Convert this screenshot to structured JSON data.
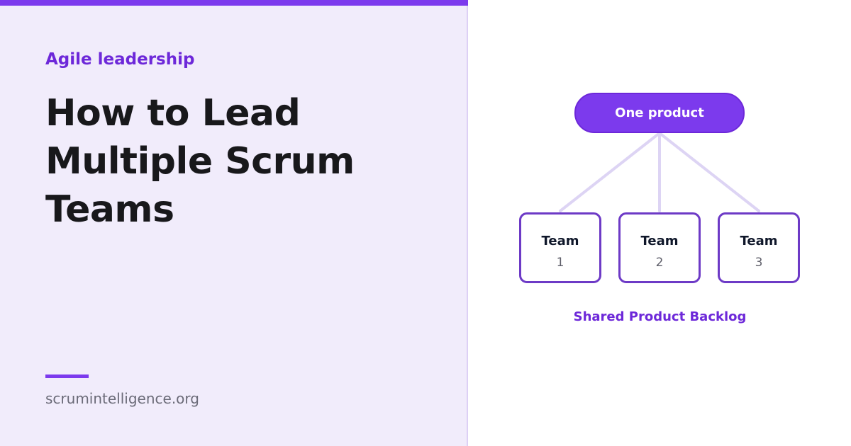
{
  "article": {
    "category": "Agile leadership",
    "title": "How to Lead Multiple Scrum Teams",
    "site": "scrumintelligence.org"
  },
  "diagram": {
    "root_label": "One product",
    "teams": [
      {
        "label": "Team",
        "number": "1"
      },
      {
        "label": "Team",
        "number": "2"
      },
      {
        "label": "Team",
        "number": "3"
      }
    ],
    "caption": "Shared Product Backlog"
  },
  "colors": {
    "accent": "#7c3aed",
    "accent_dark": "#6d28d9",
    "panel_background": "#f1ecfb",
    "connector": "#ddd4f4",
    "heading_text": "#18181b"
  }
}
